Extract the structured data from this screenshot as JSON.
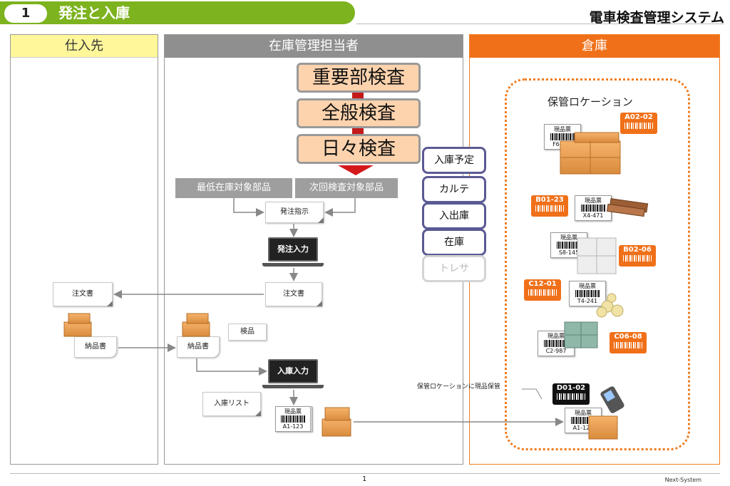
{
  "header": {
    "number": "1",
    "title": "発注と入庫",
    "system": "電車検査管理システム"
  },
  "lanes": {
    "supplier": "仕入先",
    "inventory": "在庫管理担当者",
    "warehouse": "倉庫"
  },
  "inspections": [
    "重要部検査",
    "全般検査",
    "日々検査"
  ],
  "database": [
    "入庫予定",
    "カルテ",
    "入出庫",
    "在庫",
    "トレサ"
  ],
  "labels": {
    "min_stock": "最低在庫対象部品",
    "next_inspection": "次回検査対象部品",
    "order_instruction": "発注指示",
    "order_entry": "発注入力",
    "purchase_order_inv": "注文書",
    "purchase_order_sup": "注文書",
    "delivery_note_sup": "納品書",
    "delivery_note_inv": "納品書",
    "inspection_item": "検品",
    "receipt_entry": "入庫入力",
    "receipt_list": "入庫リスト",
    "storage_location": "保管ロケーション",
    "store_note": "保管ロケーションに現品保管"
  },
  "tickets": [
    {
      "title": "現品票",
      "code": "F6-552"
    },
    {
      "title": "現品票",
      "code": "X4-471"
    },
    {
      "title": "現品票",
      "code": "S8-145"
    },
    {
      "title": "現品票",
      "code": "T4-241"
    },
    {
      "title": "現品票",
      "code": "C2-987"
    },
    {
      "title": "現品票",
      "code": "A1-123"
    },
    {
      "title": "現品票",
      "code": "A1-123"
    }
  ],
  "locations": [
    "A02-02",
    "B01-23",
    "B02-06",
    "C12-01",
    "C06-08",
    "D01-02"
  ],
  "footer": {
    "page": "1",
    "company": "Next-System"
  },
  "colors": {
    "green": "#7cb31e",
    "orange": "#f07019",
    "yellow": "#fff79a",
    "gray": "#8f8f8f",
    "salmon": "#fdd3ad",
    "red": "#c41a1a",
    "navy": "#5b5a94"
  }
}
